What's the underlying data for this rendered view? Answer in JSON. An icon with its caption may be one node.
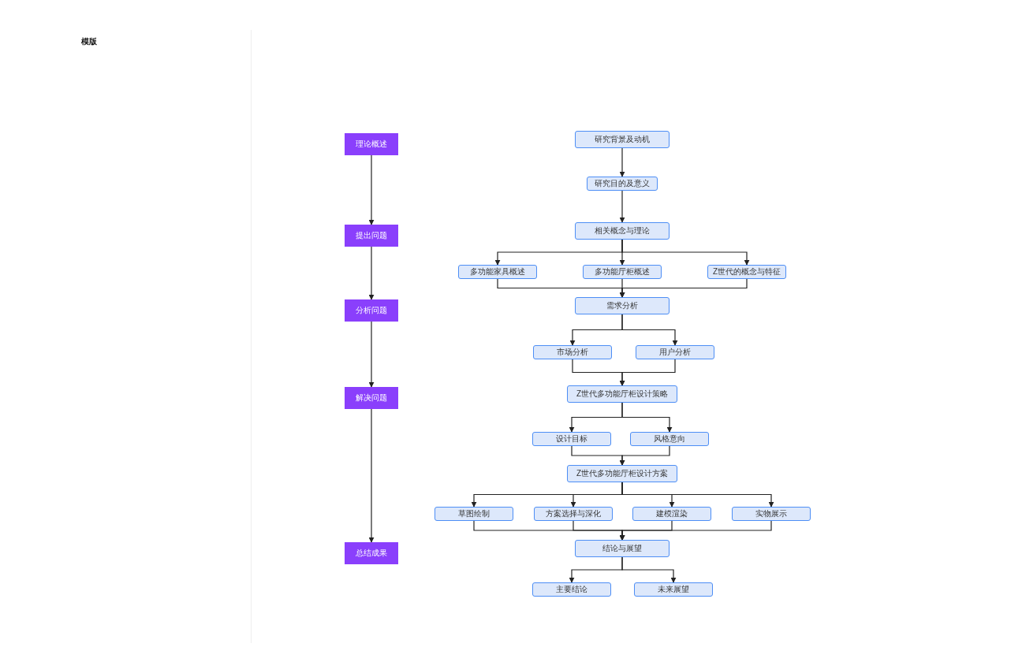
{
  "diagram": {
    "nodes": [
      {
        "text": [
          "理论概述"
        ]
      },
      {
        "text": [
          "提出问题"
        ]
      },
      {
        "text": [
          "分析问题"
        ]
      },
      {
        "text": [
          "解决问题"
        ]
      },
      {
        "text": [
          "总结成果"
        ]
      },
      {
        "text": [
          "研究背景及动机"
        ]
      },
      {
        "text": [
          "研究目的及意义"
        ]
      },
      {
        "text": [
          "相关概念与理论"
        ]
      },
      {
        "text": [
          "多功能家具概述"
        ]
      },
      {
        "text": [
          "多功能厅柜概述"
        ]
      },
      {
        "text": [
          "Z世代的概念与特征"
        ]
      },
      {
        "text": [
          "需求分析"
        ]
      },
      {
        "text": [
          "市场分析"
        ]
      },
      {
        "text": [
          "用户分析"
        ]
      },
      {
        "text": [
          "Z世代多功能厅柜设计策略"
        ]
      },
      {
        "text": [
          "设计目标"
        ]
      },
      {
        "text": [
          "风格意向"
        ]
      },
      {
        "text": [
          "Z世代多功能厅柜设计方案"
        ]
      },
      {
        "text": [
          "草图绘制"
        ]
      },
      {
        "text": [
          "方案选择与深化"
        ]
      },
      {
        "text": [
          "建模渲染"
        ]
      },
      {
        "text": [
          "实物展示"
        ]
      },
      {
        "text": [
          "结论与展望"
        ]
      },
      {
        "text": [
          "主要结论"
        ]
      },
      {
        "text": [
          "未来展望"
        ]
      }
    ],
    "edges": [
      {
        "from": 0,
        "to": 1,
        "arrow": "to"
      },
      {
        "from": 1,
        "to": 2,
        "arrow": "to"
      },
      {
        "from": 2,
        "to": 3,
        "arrow": "to"
      },
      {
        "from": 3,
        "to": 4,
        "arrow": "to"
      },
      {
        "from": 5,
        "to": 6,
        "arrow": "to"
      },
      {
        "from": 6,
        "to": 7,
        "arrow": "to"
      },
      {
        "from": 7,
        "to": 8,
        "arrow": "to"
      },
      {
        "from": 7,
        "to": 9,
        "arrow": "to"
      },
      {
        "from": 7,
        "to": 10,
        "arrow": "to"
      },
      {
        "from": 8,
        "to": 11,
        "arrow": "to"
      },
      {
        "from": 9,
        "to": 11,
        "arrow": "to"
      },
      {
        "from": 10,
        "to": 11,
        "arrow": "to"
      },
      {
        "from": 11,
        "to": 12,
        "arrow": "to"
      },
      {
        "from": 11,
        "to": 13,
        "arrow": "to"
      },
      {
        "from": 12,
        "to": 14,
        "arrow": "to"
      },
      {
        "from": 13,
        "to": 14,
        "arrow": "to"
      },
      {
        "from": 14,
        "to": 15,
        "arrow": "to"
      },
      {
        "from": 14,
        "to": 16,
        "arrow": "to"
      },
      {
        "from": 15,
        "to": 17,
        "arrow": "to"
      },
      {
        "from": 16,
        "to": 17,
        "arrow": "to"
      },
      {
        "from": 17,
        "to": 18,
        "arrow": "to"
      },
      {
        "from": 17,
        "to": 19,
        "arrow": "to"
      },
      {
        "from": 17,
        "to": 20,
        "arrow": "to"
      },
      {
        "from": 17,
        "to": 21,
        "arrow": "to"
      },
      {
        "from": 18,
        "to": 22,
        "arrow": "to"
      },
      {
        "from": 19,
        "to": 22,
        "arrow": "to"
      },
      {
        "from": 20,
        "to": 22,
        "arrow": "to"
      },
      {
        "from": 21,
        "to": 22,
        "arrow": "to"
      },
      {
        "from": 22,
        "to": 23,
        "arrow": "to"
      },
      {
        "from": 22,
        "to": 24,
        "arrow": "to"
      }
    ],
    "labels": [
      "模版"
    ]
  }
}
